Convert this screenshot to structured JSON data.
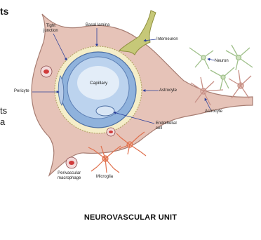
{
  "diagram": {
    "labels": {
      "tight_junction": "Tight\njunction",
      "basal_lamina": "Basal lamina",
      "interneuron": "Interneuron",
      "neuron": "Neuron",
      "capillary": "Capillary",
      "pericyte": "Pericyte",
      "astrocyte_a": "Astrocyte",
      "astrocyte_b": "Astrocyte",
      "endothelial_cell": "Endothelial\ncell",
      "perivascular_macrophage": "Perivascular\nmacrophage",
      "microglia": "Microglia"
    },
    "caption": "NEUROVASCULAR UNIT",
    "cut_off_text": {
      "top_fragment": "ts",
      "mid_fragment_1": "ts",
      "mid_fragment_2": "a"
    },
    "colors": {
      "astrocyte_fill": "#e6c3b8",
      "astrocyte_stroke": "#a77d72",
      "capillary_fill": "#bcd3ee",
      "capillary_inner": "#e3edf8",
      "endothelium": "#8fb2dc",
      "lamina": "#f5eec9",
      "interneuron_fill": "#c6c878",
      "neuron_stroke": "#9fc08a",
      "microglia_stroke": "#e0714e",
      "macrophage_red": "#d03b3b",
      "pointer": "#2a3f9a"
    }
  }
}
